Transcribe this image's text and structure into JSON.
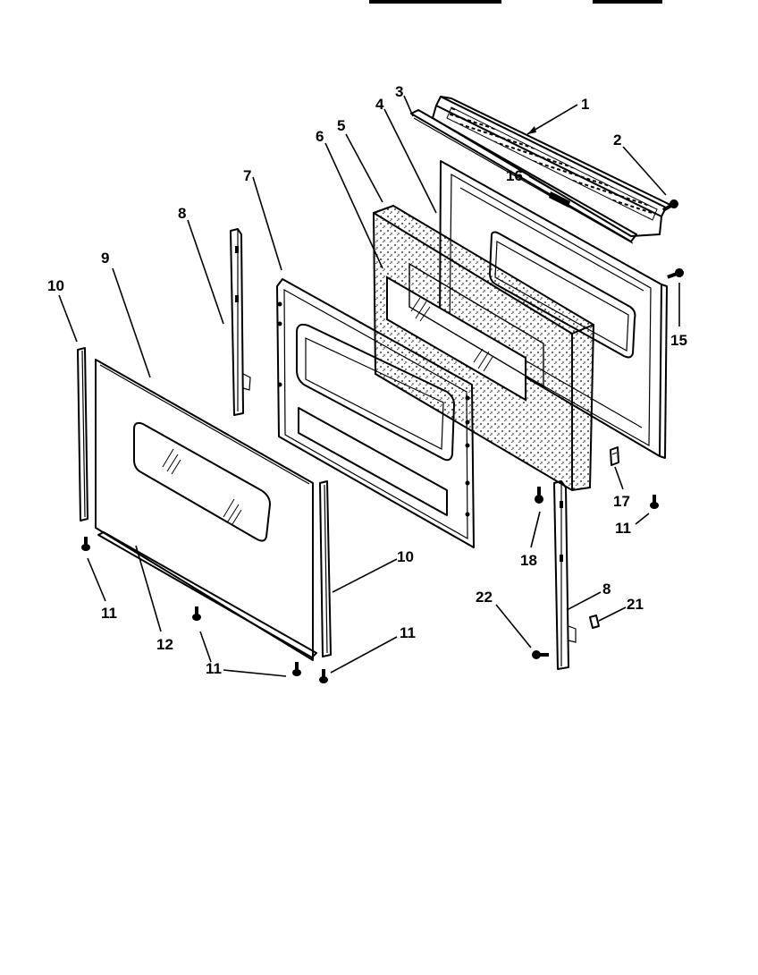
{
  "callouts": {
    "c1": "1",
    "c2": "2",
    "c3": "3",
    "c4": "4",
    "c5": "5",
    "c6": "6",
    "c7": "7",
    "c8a": "8",
    "c8b": "8",
    "c9": "9",
    "c10a": "10",
    "c10b": "10",
    "c11a": "11",
    "c11b": "11",
    "c11c": "11",
    "c11d": "11",
    "c12": "12",
    "c15": "15",
    "c16": "16",
    "c17": "17",
    "c18": "18",
    "c21": "21",
    "c22": "22"
  }
}
